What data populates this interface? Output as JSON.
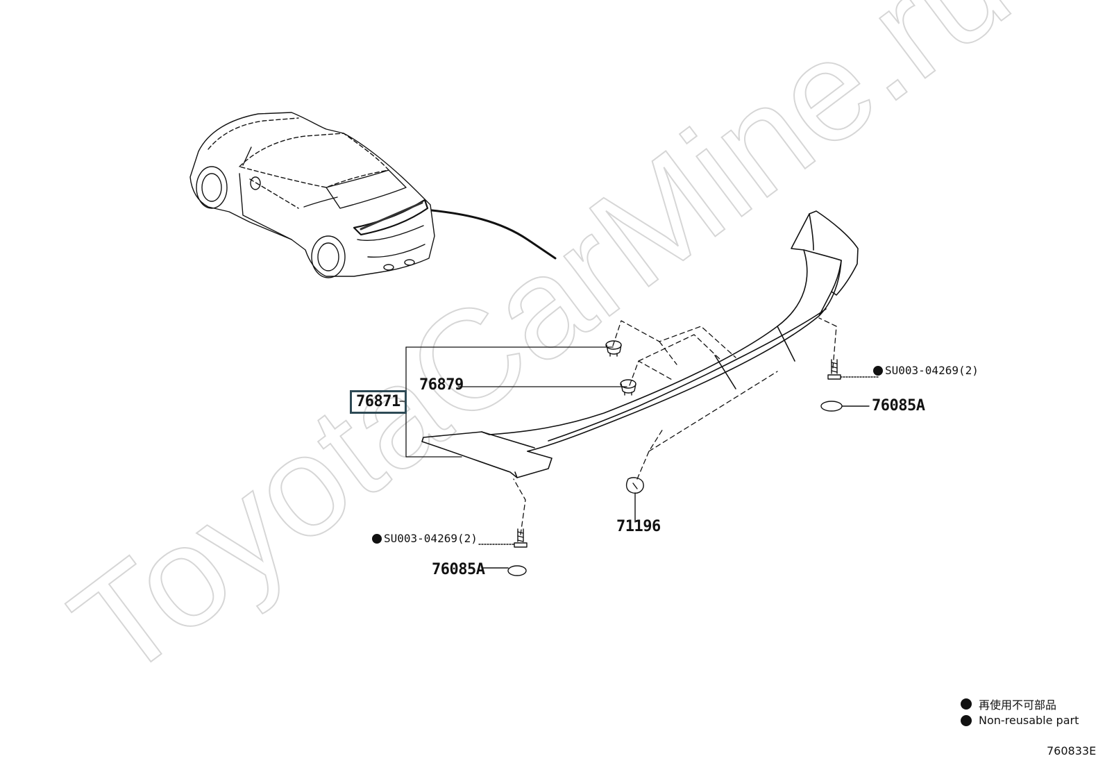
{
  "watermark": {
    "text": "ToyotaCarMine.ru",
    "color": "#dcdcdc"
  },
  "parts": {
    "assembly": "76871",
    "clip_upper": "76879",
    "clip_lower": "71196",
    "cap_right": "76085A",
    "cap_left": "76085A",
    "bolt_right": "SU003-04269(2)",
    "bolt_left": "SU003-04269(2)"
  },
  "legend": {
    "jp": "再使用不可部品",
    "en": "Non-reusable part"
  },
  "diagram_id": "760833E",
  "colors": {
    "line": "#111111",
    "box": "#2e4a55"
  }
}
